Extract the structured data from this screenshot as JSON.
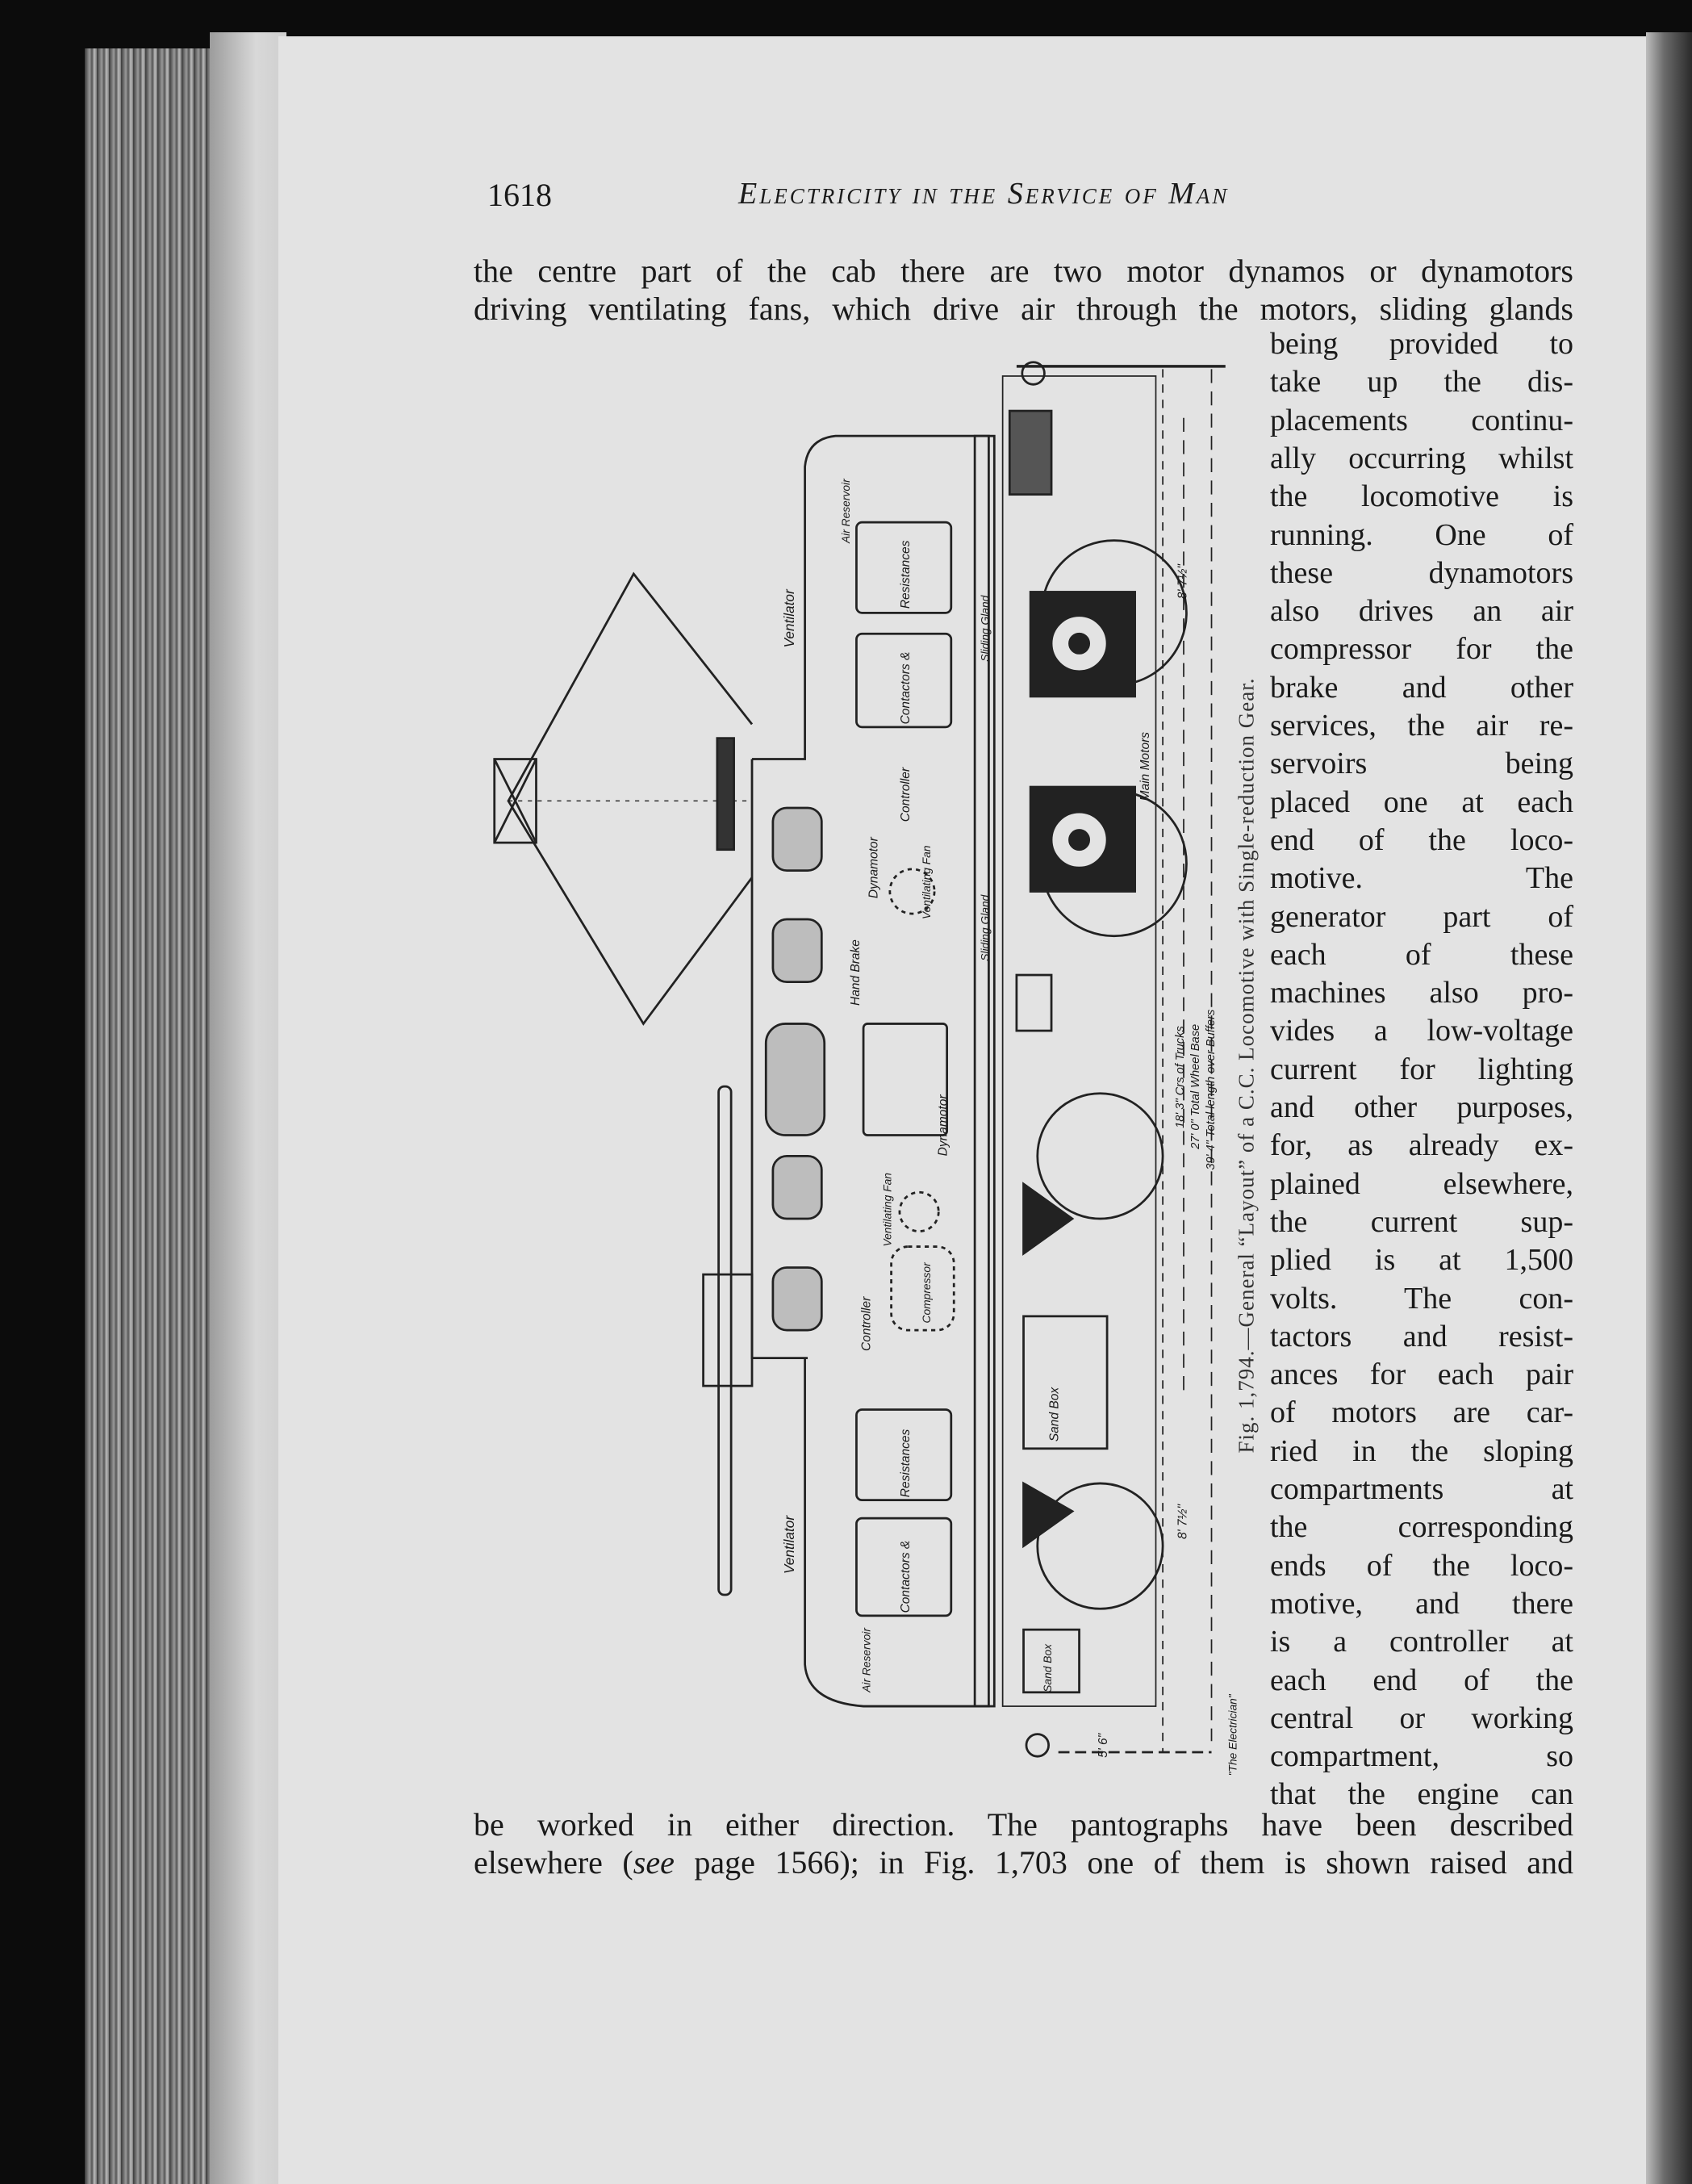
{
  "header": {
    "page_number": "1618",
    "running_title": "Electricity in the Service of Man"
  },
  "body": {
    "top_lines": [
      "the centre part of the cab there are two motor dynamos or dynamotors",
      "driving ventilating fans, which drive air through the motors, sliding glands"
    ],
    "column_lines": [
      "being provided to",
      "take up the dis-",
      "placements continu-",
      "ally occurring whilst",
      "the locomotive is",
      "running. One of",
      "these dynamotors",
      "also drives an air",
      "compressor for the",
      "brake and other",
      "services, the air re-",
      "servoirs being",
      "placed one at each",
      "end of the loco-",
      "motive. The",
      "generator part of",
      "each of these",
      "machines also pro-",
      "vides a low-voltage",
      "current for lighting",
      "and other purposes,",
      "for, as already ex-",
      "plained elsewhere,",
      "the current sup-",
      "plied is at 1,500",
      "volts. The con-",
      "tactors and resist-",
      "ances for each pair",
      "of motors are car-",
      "ried in the sloping",
      "compartments at",
      "the corresponding",
      "ends of the loco-",
      "motive, and there",
      "is a controller at",
      "each end of the",
      "central or working",
      "compartment, so",
      "that the engine can"
    ],
    "bottom_line_1": "be worked in either direction. The pantographs have been described",
    "bottom_line_2_a": "elsewhere (",
    "bottom_line_2_see": "see",
    "bottom_line_2_b": " page 1566); in Fig. 1,703 one of them is shown raised and"
  },
  "figure": {
    "caption": "Fig. 1,794.—General “Layout” of a C.C. Locomotive with Single-reduction Gear.",
    "labels": {
      "ventilator_top": "Ventilator",
      "ventilator_bottom": "Ventilator",
      "air_reservoir_top": "Air Reservoir",
      "air_reservoir_bottom": "Air Reservoir",
      "resistances_top": "Resistances",
      "contactors_top": "Contactors &",
      "resistances_bottom": "Resistances",
      "contactors_bottom": "Contactors &",
      "controller_top": "Controller",
      "dynamotor_top": "Dynamotor",
      "ventilating_fan_top": "Ventilating Fan",
      "hand_brake": "Hand Brake",
      "dynamotor_bottom": "Dynamotor",
      "ventilating_fan_bottom": "Ventilating Fan",
      "controller_bottom": "Controller",
      "compressor": "Compressor",
      "sliding_gland_top": "Sliding Gland",
      "sliding_gland_bottom": "Sliding Gland",
      "main_motors": "Main Motors",
      "sand_box_1": "Sand Box",
      "sand_box_2": "Sand Box",
      "dim_top": "8' 7½\"",
      "dim_bottom": "8' 7½\"",
      "dim_end": "5' 6\"",
      "dim_trucks": "18' 3\" Crs of Trucks",
      "dim_wheelbase": "27' 0\" Total Wheel Base",
      "dim_length": "39' 4\" Total length over Buffers",
      "credit": "\"The Electrician\""
    }
  }
}
